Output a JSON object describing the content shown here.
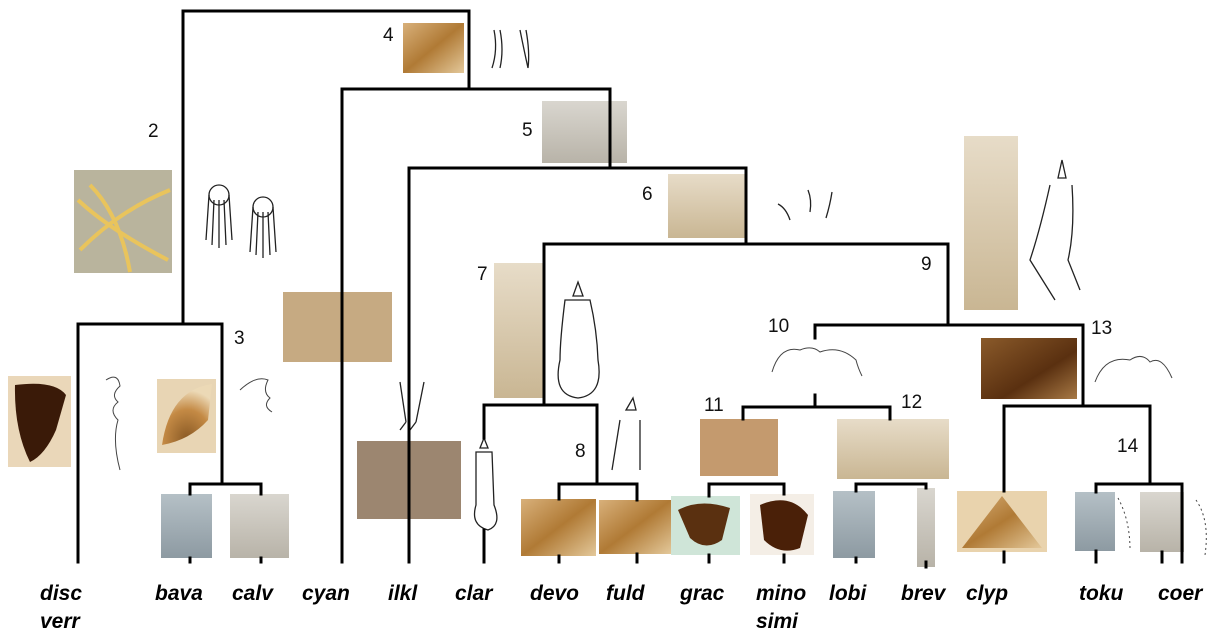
{
  "taxa": [
    {
      "label": "disc",
      "label2": "verr"
    },
    {
      "label": "bava"
    },
    {
      "label": "calv"
    },
    {
      "label": "cyan"
    },
    {
      "label": "ilkl"
    },
    {
      "label": "clar"
    },
    {
      "label": "devo"
    },
    {
      "label": "fuld"
    },
    {
      "label": "grac"
    },
    {
      "label": "mino",
      "label2": "simi"
    },
    {
      "label": "lobi"
    },
    {
      "label": "brev"
    },
    {
      "label": "clyp"
    },
    {
      "label": "toku"
    },
    {
      "label": "coer"
    }
  ],
  "nodes": [
    "2",
    "3",
    "4",
    "5",
    "6",
    "7",
    "8",
    "9",
    "10",
    "11",
    "12",
    "13",
    "14"
  ],
  "colors": {
    "branch": "#000000",
    "photo_amber": "#b07a35",
    "photo_dark": "#5a3010",
    "photo_grey": "#c8c4bc",
    "photo_blue_grey": "#9aa8b0",
    "photo_mint": "#cfe5d8"
  }
}
